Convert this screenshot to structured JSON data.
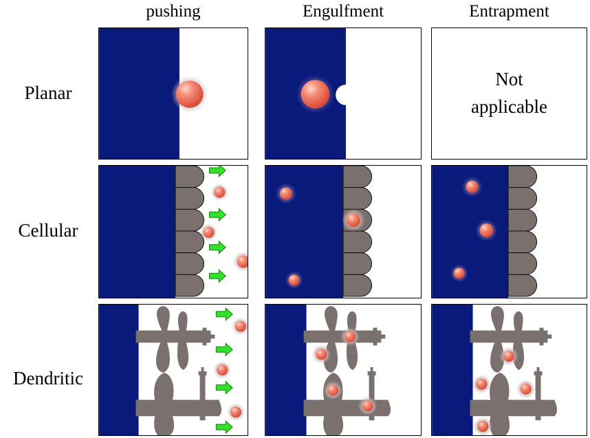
{
  "columns": {
    "pushing": "pushing",
    "engulfment": "Engulfment",
    "entrapment": "Entrapment"
  },
  "rows": {
    "planar": "Planar",
    "cellular": "Cellular",
    "dendritic": "Dendritic"
  },
  "panels": {
    "planar_entrapment": {
      "line1": "Not",
      "line2": "applicable"
    }
  },
  "colors": {
    "solid": "#0a1a7a",
    "cell": "#7a706e",
    "particle": "#e8725c",
    "arrow": "#33e02a"
  }
}
